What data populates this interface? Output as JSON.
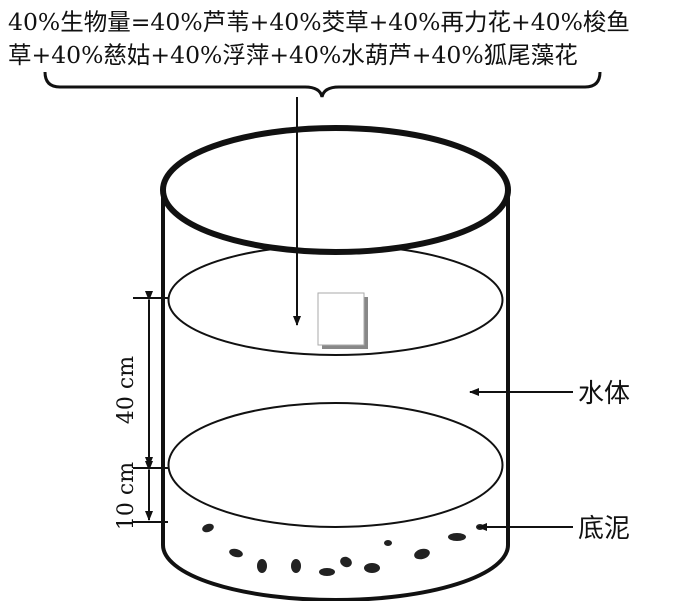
{
  "formula": {
    "line1": "40%生物量=40%芦苇+40%茭草+40%再力花+40%梭鱼",
    "line2": "草+40%慈姑+40%浮萍+40%水葫芦+40%狐尾藻花"
  },
  "labels": {
    "water": "水体",
    "sediment": "底泥"
  },
  "dimensions": {
    "water_depth": "40 cm",
    "sediment_depth": "10 cm"
  }
}
